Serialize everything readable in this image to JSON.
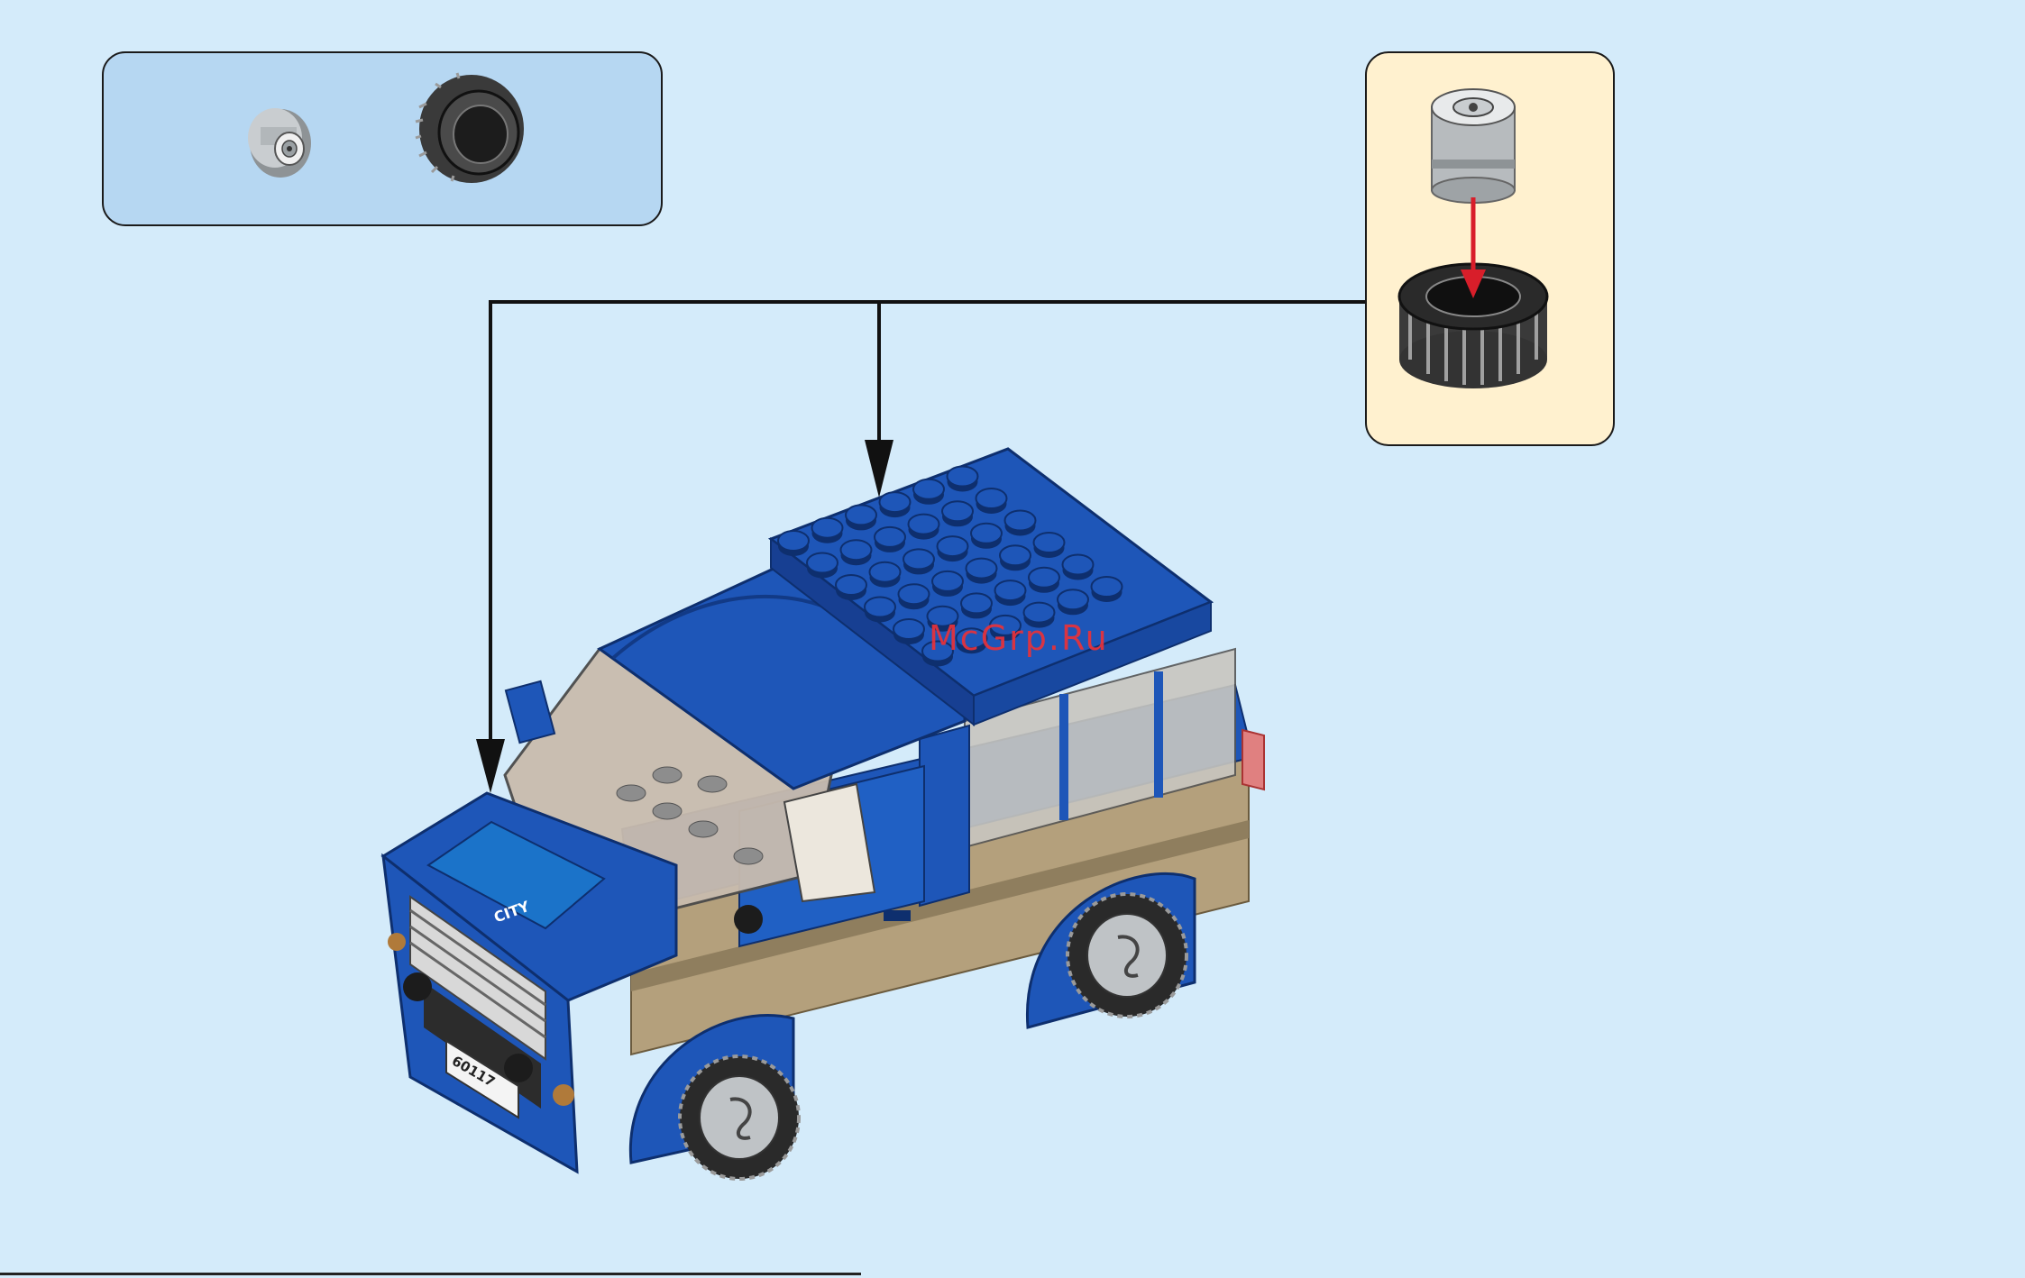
{
  "watermark": "McGrp.Ru",
  "vehicle": {
    "hood_logo": "CITY",
    "license_plate": "60117"
  },
  "colors": {
    "background": "#d4ebfa",
    "parts_panel": "#b6d7f2",
    "assembly_panel": "#fff1cf",
    "body_blue": "#1e56b8",
    "body_dark": "#123a86",
    "tan": "#b4a07c",
    "tire": "#2a2a2a",
    "rim": "#bfc3c6",
    "arrow_red": "#d81e2a"
  },
  "icons": [
    "wheel-rim-icon",
    "tire-icon",
    "callout-arrow-icon",
    "insert-arrow-icon"
  ]
}
